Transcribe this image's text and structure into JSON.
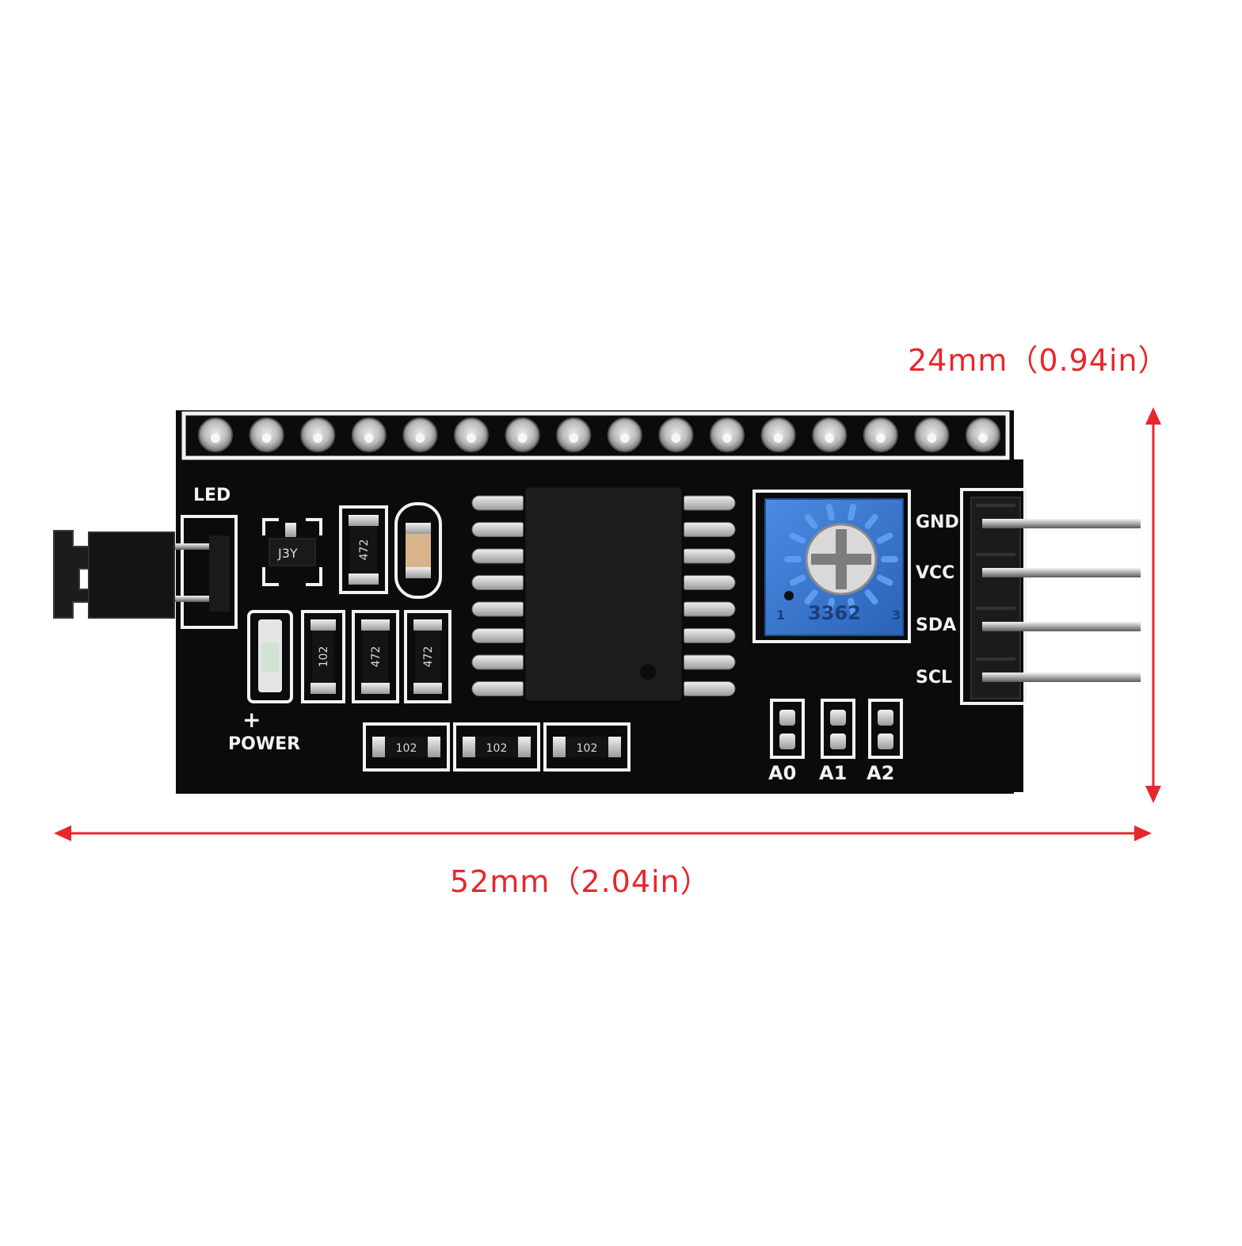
{
  "dimensions": {
    "width_label": "52mm（2.04in）",
    "height_label": "24mm（0.94in）",
    "color": "#e8262c"
  },
  "board": {
    "pcb_color": "#0b0b0b",
    "silkscreen_color": "#f2f2f2",
    "led_label": "LED",
    "power_label": "POWER",
    "plus_sign": "+",
    "transistor_marking": "J3Y",
    "potentiometer_marking": "3362",
    "pot_pin_left": "1",
    "pot_pin_right": "3",
    "pot_color": "#3a7bd5",
    "pin_labels": [
      "GND",
      "VCC",
      "SDA",
      "SCL"
    ],
    "address_labels": [
      "A0",
      "A1",
      "A2"
    ],
    "resistors_vertical": [
      "472",
      "102",
      "472",
      "472"
    ],
    "resistors_horizontal": [
      "102",
      "102",
      "102"
    ],
    "header_pin_count": 16
  }
}
